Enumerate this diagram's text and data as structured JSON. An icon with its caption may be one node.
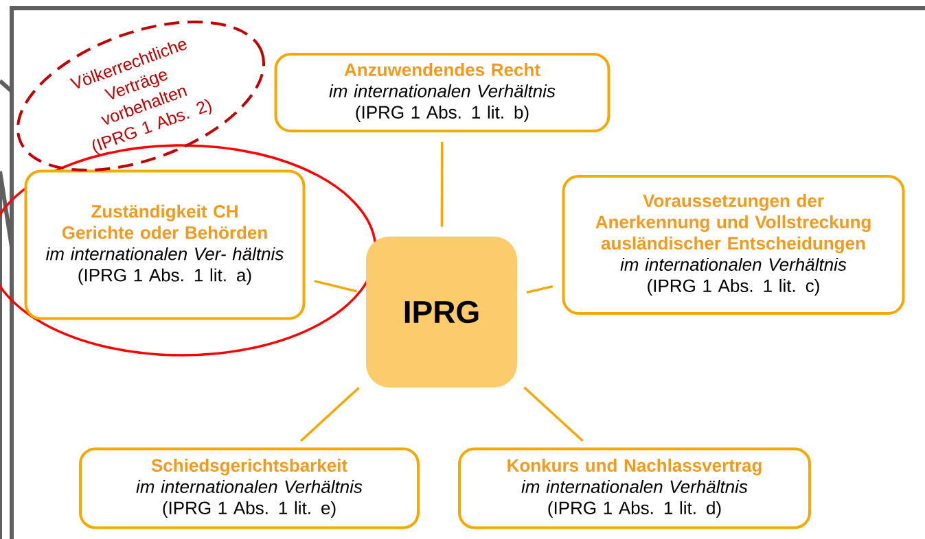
{
  "diagram": {
    "nodes": [
      {
        "text": [
          "Anzuwendendes Recht",
          "im internationalen Verhältnis",
          "(IPRG 1 Abs. 1 lit. b)"
        ]
      },
      {
        "text": [
          "Zuständigkeit CH Gerichte oder Behörden",
          "im internationalen Ver- hältnis",
          "(IPRG 1 Abs. 1 lit. a)"
        ]
      },
      {
        "text": [
          "Voraussetzungen der Anerkennung und Vollstreckung ausländischer Entscheidungen",
          "im internationalen Verhältnis",
          "(IPRG 1 Abs. 1 lit. c)"
        ]
      },
      {
        "text": [
          "IPRG"
        ]
      },
      {
        "text": [
          "Schiedsgerichtsbarkeit",
          "im internationalen Verhältnis",
          "(IPRG 1 Abs. 1 lit. e)"
        ]
      },
      {
        "text": [
          "Konkurs und Nachlassvertrag",
          "im internationalen Verhältnis",
          "(IPRG 1 Abs. 1 lit. d)"
        ]
      },
      {
        "text": [
          "Völkerrechtliche Verträge vorbehalten (IPRG 1 Abs. 2)"
        ]
      }
    ],
    "edges": [
      {
        "from": 3,
        "to": 0,
        "arrow": "none"
      },
      {
        "from": 3,
        "to": 1,
        "arrow": "none"
      },
      {
        "from": 3,
        "to": 2,
        "arrow": "none"
      },
      {
        "from": 3,
        "to": 4,
        "arrow": "none"
      },
      {
        "from": 3,
        "to": 5,
        "arrow": "none"
      }
    ]
  }
}
